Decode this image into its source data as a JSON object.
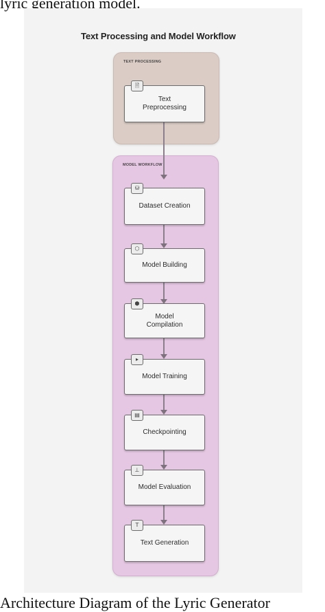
{
  "captions": {
    "top": "lyric generation model.",
    "bottom": "Architecture Diagram of the Lyric Generator"
  },
  "diagram": {
    "title": "Text Processing and Model Workflow",
    "groups": [
      {
        "label": "TEXT PROCESSING",
        "color": "#dbcdc6"
      },
      {
        "label": "MODEL WORKFLOW",
        "color": "#e6c7e3"
      }
    ],
    "nodes": [
      {
        "label": "Text Preprocessing",
        "icon": "document-icon",
        "glyph": "🗎"
      },
      {
        "label": "Dataset Creation",
        "icon": "database-icon",
        "glyph": "⛁"
      },
      {
        "label": "Model Building",
        "icon": "cube-icon",
        "glyph": "⬡"
      },
      {
        "label": "Model Compilation",
        "icon": "hexagon-icon",
        "glyph": "⬢"
      },
      {
        "label": "Model Training",
        "icon": "play-icon",
        "glyph": "▸"
      },
      {
        "label": "Checkpointing",
        "icon": "save-icon",
        "glyph": "▤"
      },
      {
        "label": "Model Evaluation",
        "icon": "chart-icon",
        "glyph": "⊥"
      },
      {
        "label": "Text Generation",
        "icon": "text-icon",
        "glyph": "T"
      }
    ]
  }
}
